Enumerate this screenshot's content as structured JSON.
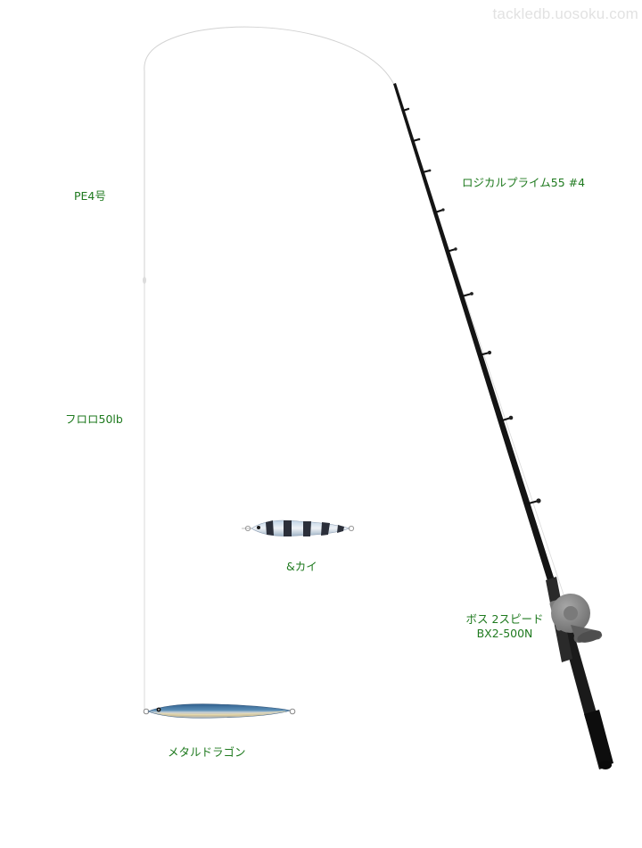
{
  "watermark": "tackledb.uosoku.com",
  "labels": {
    "main_line": "PE4号",
    "leader": "フロロ50lb",
    "rod": "ロジカルプライム55 #4",
    "reel_line1": "ボス 2スピード",
    "reel_line2": "BX2-500N",
    "lure_small": "&カイ",
    "lure_main": "メタルドラゴン"
  },
  "colors": {
    "label_text": "#1f7a1f",
    "line": "#cfcfcf",
    "rod_blank": "#111111",
    "reel_body": "#8a8a8a",
    "lure_blue": "#3f6f9a",
    "lure_silver": "#c9ccd2",
    "stripe": "#2b2f3a"
  }
}
